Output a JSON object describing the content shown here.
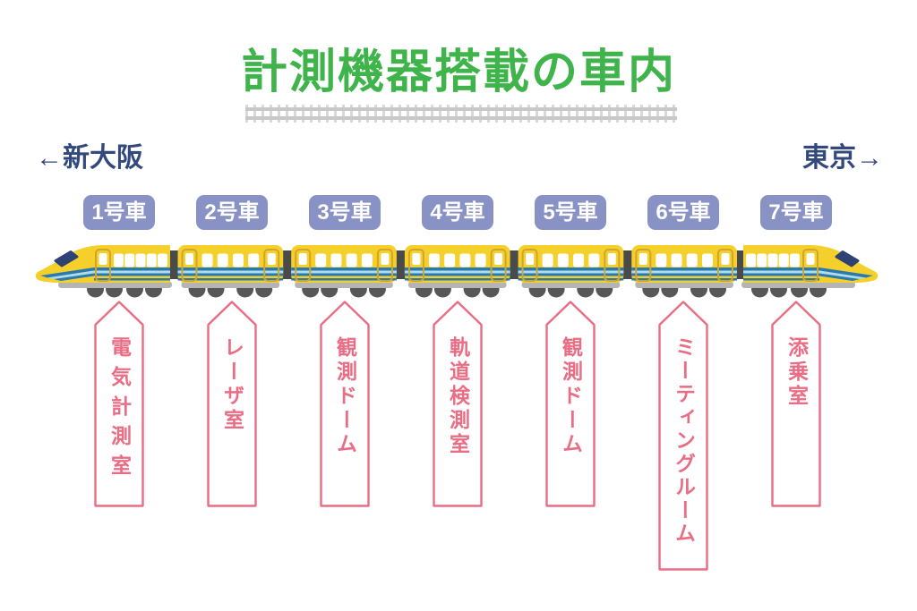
{
  "title": "計測機器搭載の車内",
  "direction_left": "←新大阪",
  "direction_right": "東京→",
  "cars": [
    {
      "number": "1号車",
      "room": "電気計測室"
    },
    {
      "number": "2号車",
      "room": "レーザ室"
    },
    {
      "number": "3号車",
      "room": "観測ドーム"
    },
    {
      "number": "4号車",
      "room": "軌道検測室"
    },
    {
      "number": "5号車",
      "room": "観測ドーム"
    },
    {
      "number": "6号車",
      "room": "ミーティングルーム"
    },
    {
      "number": "7号車",
      "room": "添乗室"
    }
  ],
  "colors": {
    "title_green": "#3eb44a",
    "direction_navy": "#33497e",
    "badge_blue": "#8992c4",
    "label_pink": "#e96d84",
    "train_yellow": "#f6d02a",
    "stripe_blue": "#2a7ab2",
    "stripe_light_blue": "#aedcee",
    "windshield_navy": "#2e4373",
    "door_outline_yellow": "#d2a42e",
    "skirt_gray": "#b4b4b4",
    "wheel_gray": "#575757",
    "coupling_gray": "#4a4a4a",
    "track_gray": "#c8c8c8"
  }
}
